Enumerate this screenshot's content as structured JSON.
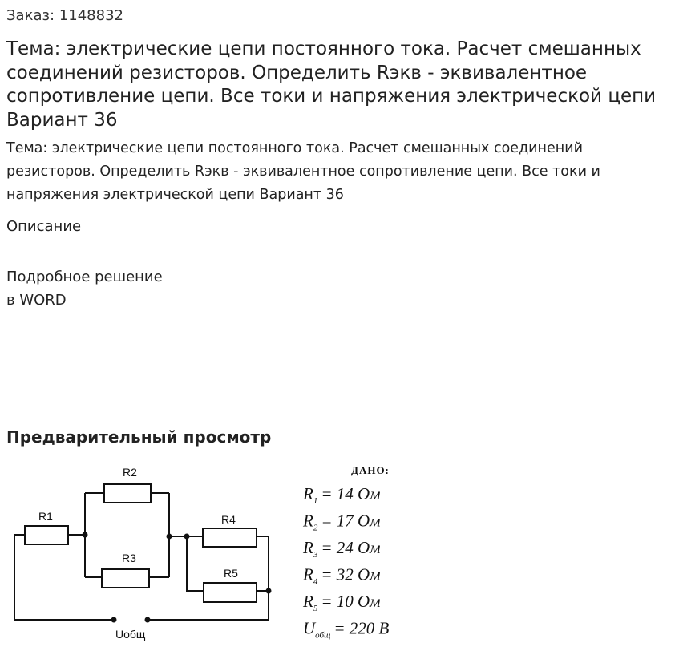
{
  "order": {
    "label": "Заказ: 1148832"
  },
  "title": "Тема: электрические цепи постоянного тока. Расчет смешанных соединений резисторов. Определить Rэкв - эквивалентное сопротивление цепи. Все токи и напряжения электрической цепи Вариант 36",
  "subtitle": "Тема: электрические цепи постоянного тока. Расчет смешанных соединений резисторов. Определить Rэкв - эквивалентное сопротивление цепи. Все токи и напряжения электрической цепи Вариант 36",
  "description": {
    "heading": "Описание",
    "line1": "Подробное решение",
    "line2": "в WORD"
  },
  "preview": {
    "heading": "Предварительный просмотр",
    "circuit": {
      "r1": "R1",
      "r2": "R2",
      "r3": "R3",
      "r4": "R4",
      "r5": "R5",
      "u_label": "Uобщ"
    },
    "given": {
      "heading": "ДАНО:",
      "items": [
        {
          "var": "R",
          "sub": "1",
          "value": "= 14 Ом"
        },
        {
          "var": "R",
          "sub": "2",
          "value": "= 17 Ом"
        },
        {
          "var": "R",
          "sub": "3",
          "value": "= 24 Ом"
        },
        {
          "var": "R",
          "sub": "4",
          "value": "= 32 Ом"
        },
        {
          "var": "R",
          "sub": "5",
          "value": "= 10 Ом"
        },
        {
          "var": "U",
          "sub": "общ",
          "value": "= 220 В"
        }
      ]
    }
  }
}
